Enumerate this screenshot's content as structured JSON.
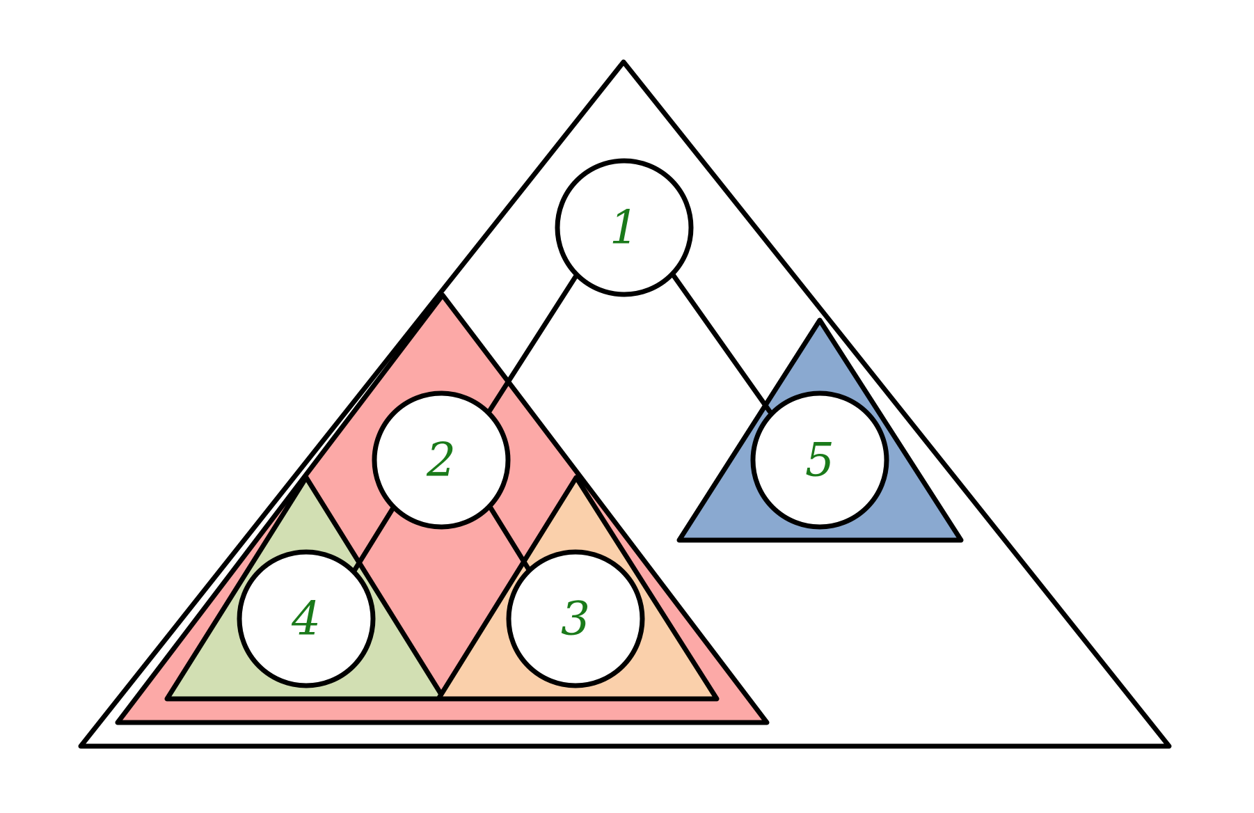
{
  "colors": {
    "root_tree": "#ffffff",
    "subtree_2": "#fca9a7",
    "subtree_4": "#d2dfb3",
    "subtree_3": "#fad0ab",
    "subtree_5": "#8aa9d0",
    "label": "#1a7a1a",
    "outline": "#000000"
  },
  "nodes": [
    {
      "id": "n1",
      "label": "1"
    },
    {
      "id": "n2",
      "label": "2"
    },
    {
      "id": "n3",
      "label": "3"
    },
    {
      "id": "n4",
      "label": "4"
    },
    {
      "id": "n5",
      "label": "5"
    }
  ],
  "edges": [
    {
      "from": "1",
      "to": "2"
    },
    {
      "from": "1",
      "to": "5"
    },
    {
      "from": "2",
      "to": "4"
    },
    {
      "from": "2",
      "to": "3"
    }
  ]
}
